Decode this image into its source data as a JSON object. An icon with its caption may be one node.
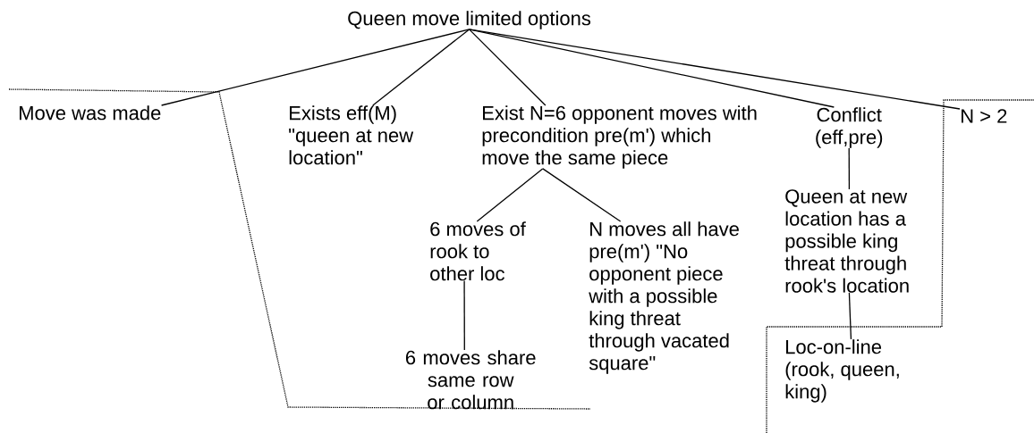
{
  "diagram": {
    "nodes": [
      {
        "text": [
          "Queen move limited options"
        ]
      },
      {
        "text": [
          "Move was made"
        ]
      },
      {
        "text": [
          "Exists eff(M) \"queen at new location\""
        ]
      },
      {
        "text": [
          "Exist N=6 opponent moves with precondition pre(m') which move the same piece"
        ]
      },
      {
        "text": [
          "Conflict (eff,pre)"
        ]
      },
      {
        "text": [
          "N > 2"
        ]
      },
      {
        "text": [
          "6 moves of rook to other loc"
        ]
      },
      {
        "text": [
          "N moves all have pre(m') \"No opponent piece with a possible king threat through vacated square\""
        ]
      },
      {
        "text": [
          "Queen at new location has a possible king threat through rook's location"
        ]
      },
      {
        "text": [
          "Loc-on-line (rook, queen, king)"
        ]
      },
      {
        "text": [
          "6 moves share same row or column"
        ]
      }
    ],
    "edges": [
      {
        "from": 0,
        "to": 1,
        "arrow": "none"
      },
      {
        "from": 0,
        "to": 2,
        "arrow": "none"
      },
      {
        "from": 0,
        "to": 3,
        "arrow": "none"
      },
      {
        "from": 0,
        "to": 4,
        "arrow": "none"
      },
      {
        "from": 0,
        "to": 5,
        "arrow": "none"
      },
      {
        "from": 3,
        "to": 6,
        "arrow": "none"
      },
      {
        "from": 3,
        "to": 7,
        "arrow": "none"
      },
      {
        "from": 4,
        "to": 8,
        "arrow": "none"
      },
      {
        "from": 8,
        "to": 9,
        "arrow": "none"
      },
      {
        "from": 6,
        "to": 10,
        "arrow": "none"
      }
    ]
  }
}
